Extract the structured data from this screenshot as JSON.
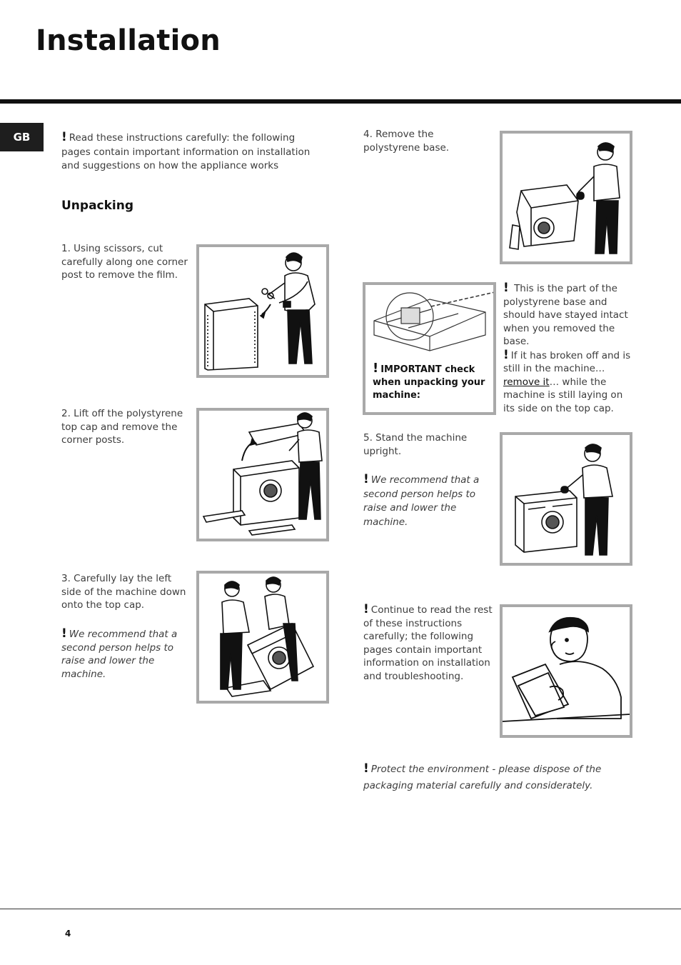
{
  "page": {
    "title": "Installation",
    "language_tab": "GB",
    "page_number": "4"
  },
  "intro": {
    "mark": "!",
    "text": "Read these instructions carefully: the following pages contain important information on installation and suggestions on how the appliance works"
  },
  "unpacking": {
    "heading": "Unpacking",
    "steps": [
      {
        "text": "1. Using scissors, cut carefully along one  corner post to remove the film."
      },
      {
        "text": "2. Lift off the  polystyrene top cap and remove the corner posts."
      },
      {
        "text": "3. Carefully lay the left side of the machine down onto the top cap.",
        "note_mark": "!",
        "note": "We recommend that a second person helps  to raise and lower the machine."
      },
      {
        "text": "4. Remove the polystyrene  base."
      },
      {
        "text": "5. Stand the machine upright.",
        "note_mark": "!",
        "note": "We recommend that a second person helps  to raise and lower the machine."
      }
    ]
  },
  "important_box": {
    "mark": "!",
    "title": "IMPORTANT check when unpacking your machine:"
  },
  "base_note": {
    "mark1": "!",
    "text1": "This is the part of the polystyrene base and should have stayed intact when you removed the base.",
    "mark2": "!",
    "text2_before": "If it has broken off and is still in the machine…",
    "link": "remove it",
    "text2_after": "… while the machine is still laying on  its side on the top cap."
  },
  "continue_note": {
    "mark": "!",
    "text": "Continue to read the rest of these instructions carefully; the following pages contain important information on installation and troubleshooting."
  },
  "environment_note": {
    "mark": "!",
    "text": "Protect the environment - please dispose of the packaging material carefully and considerately."
  }
}
